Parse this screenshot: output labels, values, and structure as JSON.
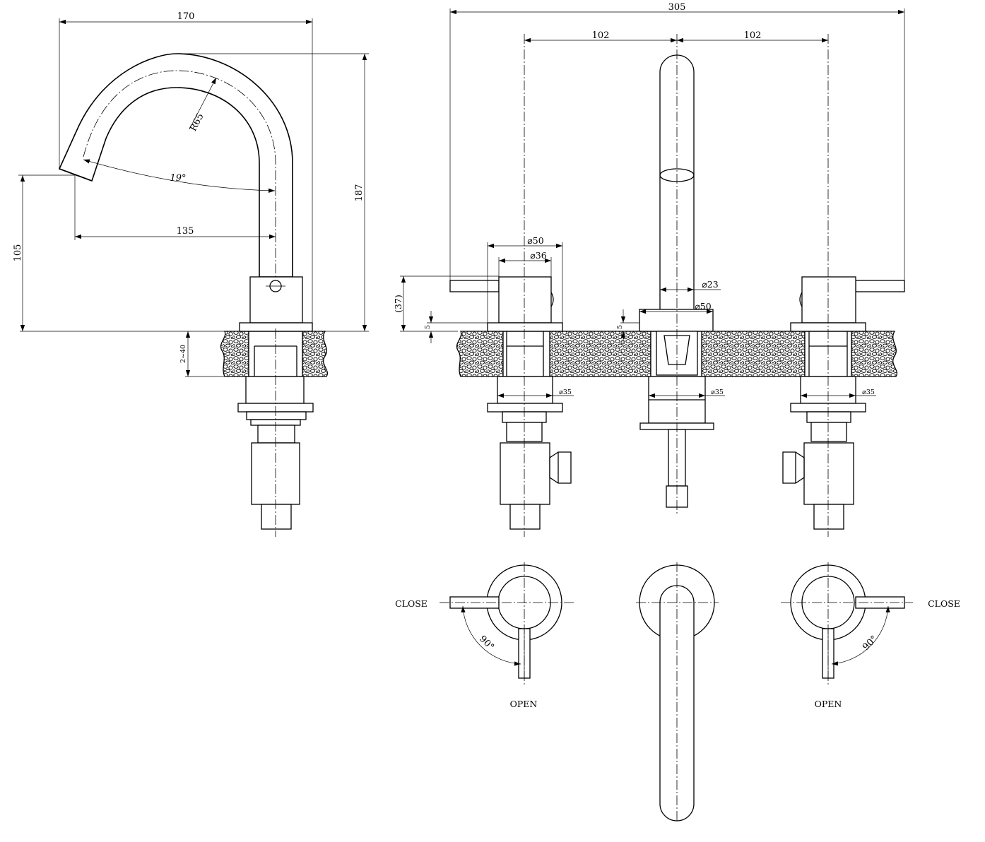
{
  "side_view": {
    "dims": {
      "overall_width": "170",
      "overall_height": "187",
      "spout_height": "105",
      "spout_reach": "135",
      "bend_radius": "R65",
      "spout_angle": "19°",
      "deck_thickness": "2~40"
    }
  },
  "front_view": {
    "dims": {
      "total_width": "305",
      "left_spacing": "102",
      "right_spacing": "102",
      "handle_base_dia": "⌀50",
      "handle_body_dia": "⌀36",
      "handle_height": "(37)",
      "flange_height_left": "5",
      "flange_height_center": "5",
      "spout_dia": "⌀23",
      "spout_base_dia": "⌀50",
      "hole_dia_left": "⌀35",
      "hole_dia_center": "⌀35",
      "hole_dia_right": "⌀35"
    }
  },
  "top_view": {
    "left_close": "CLOSE",
    "left_open": "OPEN",
    "left_angle": "90°",
    "right_close": "CLOSE",
    "right_open": "OPEN",
    "right_angle": "90°"
  }
}
